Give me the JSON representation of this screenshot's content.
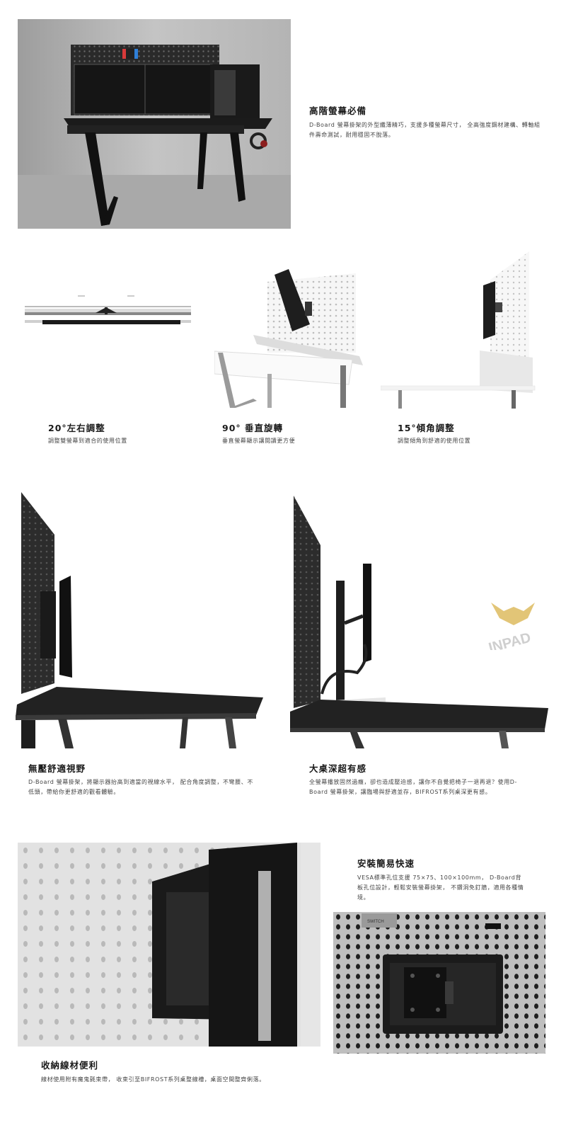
{
  "section_top": {
    "title": "高階螢幕必備",
    "desc": "D-Board 螢幕掛架的外型纖薄精巧，支援多種螢幕尺寸， 全高強度鋼材建構、轉軸組件壽命測試，耐用穩固不脫落。"
  },
  "features": [
    {
      "title": "20°左右調整",
      "desc": "調整雙螢幕到適合的使用位置"
    },
    {
      "title": "90° 垂直旋轉",
      "desc": "垂直螢幕顯示讓閱讀更方便"
    },
    {
      "title": "15°傾角調整",
      "desc": "調整傾角到舒適的使用位置"
    }
  ],
  "section_view": {
    "title": "無壓舒適視野",
    "desc": "D-Board 螢幕掛架，將顯示器抬高到適當的視線水平， 配合角度調整，不彎腰、不低頭，帶給你更舒適的觀看體驗。"
  },
  "section_depth": {
    "title": "大桌深超有感",
    "desc": "全螢幕播放固然過癮，卻也造成壓迫感，讓你不自覺把椅子一退再退？使用D-Board 螢幕掛架，讓臨場與舒適並存，BIFROST系列桌深更有感。"
  },
  "section_install": {
    "title": "安裝簡易快速",
    "desc": "VESA標準孔位支援 75×75、100×100mm， D-Board背板孔位設計，輕鬆安裝螢幕掛架， 不鑽洞免釘牆，適用各種情境。"
  },
  "section_cable": {
    "title": "收納線材便利",
    "desc": "線材使用附有魔鬼氈束帶， 收束引至BIFROST系列桌整線槽，桌面空間整齊俐落。"
  },
  "watermark": "INPAD",
  "switch_label": "SWITCH",
  "colors": {
    "accent_gold": "#d8b24a",
    "desk_black": "#1c1c1c",
    "pegboard_white": "#efefef"
  }
}
